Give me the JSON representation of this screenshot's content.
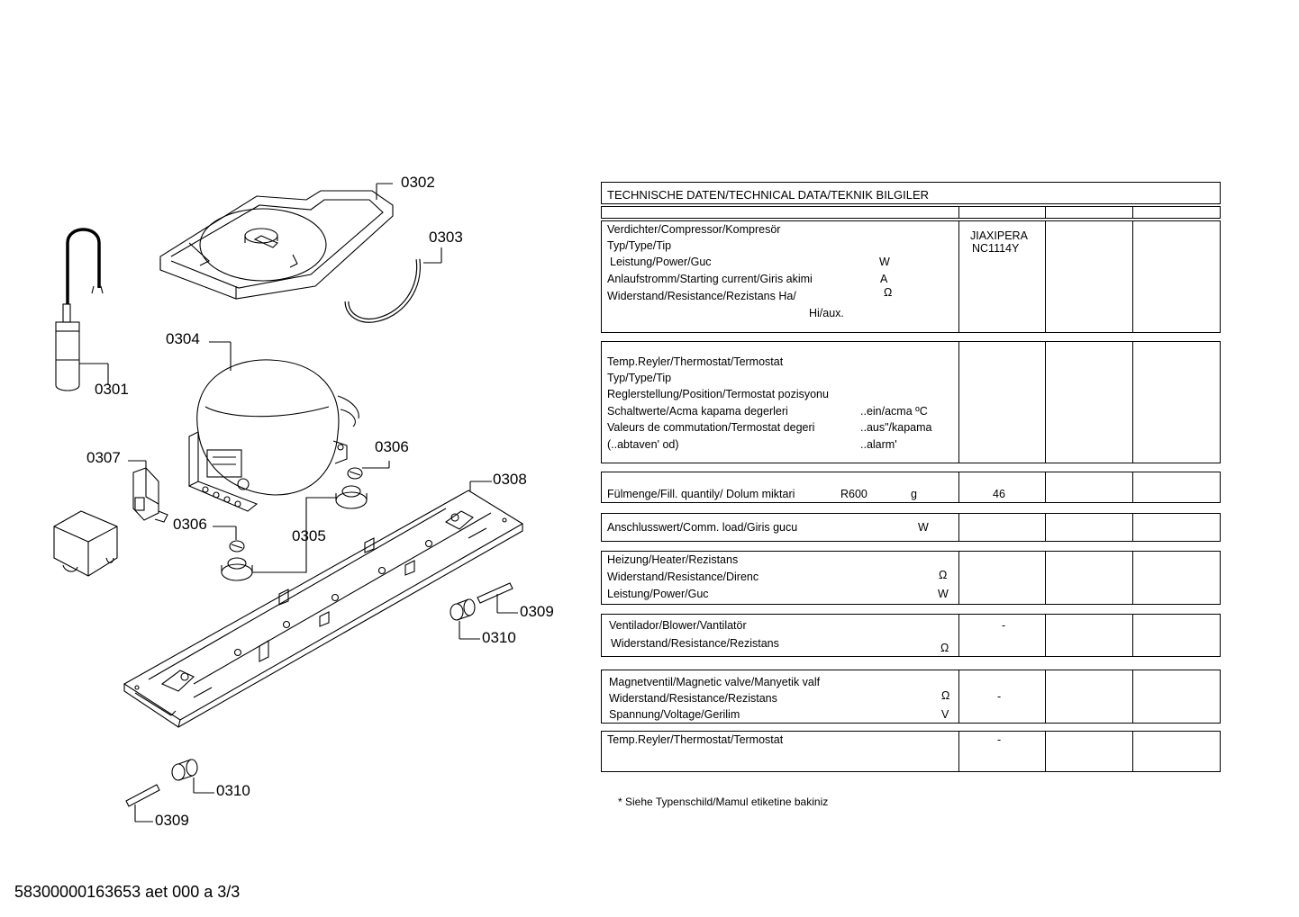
{
  "footer_code": "58300000163653 aet 000 a 3/3",
  "note": "* Siehe Typenschild/Mamul etiketine bakiniz",
  "callouts": {
    "c0301": "0301",
    "c0302": "0302",
    "c0303": "0303",
    "c0304": "0304",
    "c0305": "0305",
    "c0306a": "0306",
    "c0306b": "0306",
    "c0307": "0307",
    "c0308": "0308",
    "c0309a": "0309",
    "c0309b": "0309",
    "c0310a": "0310",
    "c0310b": "0310"
  },
  "table": {
    "title": "TECHNISCHE DATEN/TECHNICAL DATA/TEKNIK BILGILER",
    "compressor": {
      "l1": "Verdichter/Compressor/Kompresör",
      "l2": "Typ/Type/Tip",
      "l3": "Leistung/Power/Guc",
      "l4": "Anlaufstromm/Starting current/Giris akimi",
      "l5": "Widerstand/Resistance/Rezistans Ha/",
      "l6": "Hi/aux.",
      "u_w": "W",
      "u_a": "A",
      "u_ohm": "Ω",
      "v1": "JIAXIPERA",
      "v2": "NC1114Y"
    },
    "thermostat": {
      "l1": "Temp.Reyler/Thermostat/Termostat",
      "l2": "Typ/Type/Tip",
      "l3": "Reglerstellung/Position/Termostat  pozisyonu",
      "l4": "Schaltwerte/Acma kapama degerleri",
      "l5": "Valeurs de commutation/Termostat degeri",
      "l6": "(..abtaven' od)",
      "s4": "..ein/acma ºC",
      "s5": "..aus\"/kapama",
      "s6": "..alarm'"
    },
    "fill": {
      "label": "Fülmenge/Fill. quantily/ Dolum miktari",
      "refrigerant": "R600",
      "unit": "g",
      "value": "46"
    },
    "load": {
      "label": "Anschlusswert/Comm. load/Giris gucu",
      "unit": "W"
    },
    "heater": {
      "l1": "Heizung/Heater/Rezistans",
      "l2": "Widerstand/Resistance/Direnc",
      "l3": "Leistung/Power/Guc",
      "u2": "Ω",
      "u3": "W"
    },
    "blower": {
      "l1": "Ventilador/Blower/Vantilatör",
      "l2": "Widerstand/Resistance/Rezistans",
      "u2": "Ω",
      "value": "-"
    },
    "valve": {
      "l1": "Magnetventil/Magnetic valve/Manyetik valf",
      "l2": "Widerstand/Resistance/Rezistans",
      "l3": "Spannung/Voltage/Gerilim",
      "u2": "Ω",
      "u3": "V",
      "value": "-"
    },
    "thermostat2": {
      "label": "Temp.Reyler/Thermostat/Termostat",
      "value": "-"
    }
  }
}
